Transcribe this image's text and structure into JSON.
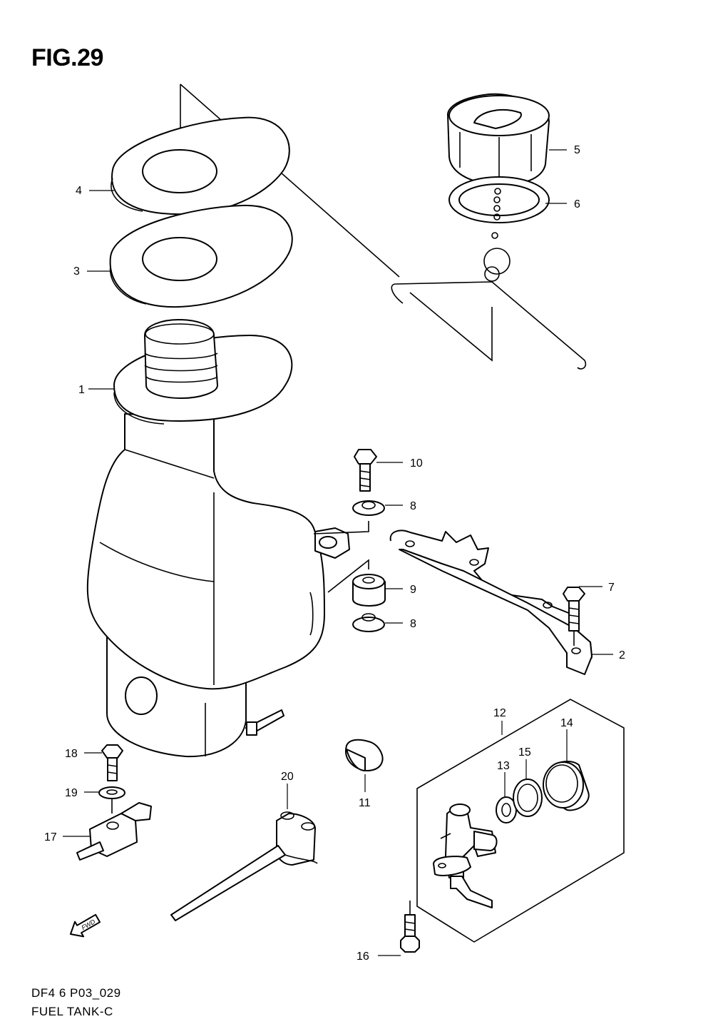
{
  "figure": {
    "title": "FIG.29"
  },
  "footer": {
    "code": "DF4 6 P03_029",
    "name": "FUEL TANK-C"
  },
  "icons": {
    "direction_arrow": "fwd-arrow-icon",
    "direction_text": "FWD"
  },
  "callouts": {
    "c1": "1",
    "c2": "2",
    "c3": "3",
    "c4": "4",
    "c5": "5",
    "c6": "6",
    "c7": "7",
    "c8a": "8",
    "c8b": "8",
    "c9": "9",
    "c10": "10",
    "c11": "11",
    "c12": "12",
    "c13": "13",
    "c14": "14",
    "c15": "15",
    "c16": "16",
    "c17": "17",
    "c18": "18",
    "c19": "19",
    "c20": "20"
  }
}
